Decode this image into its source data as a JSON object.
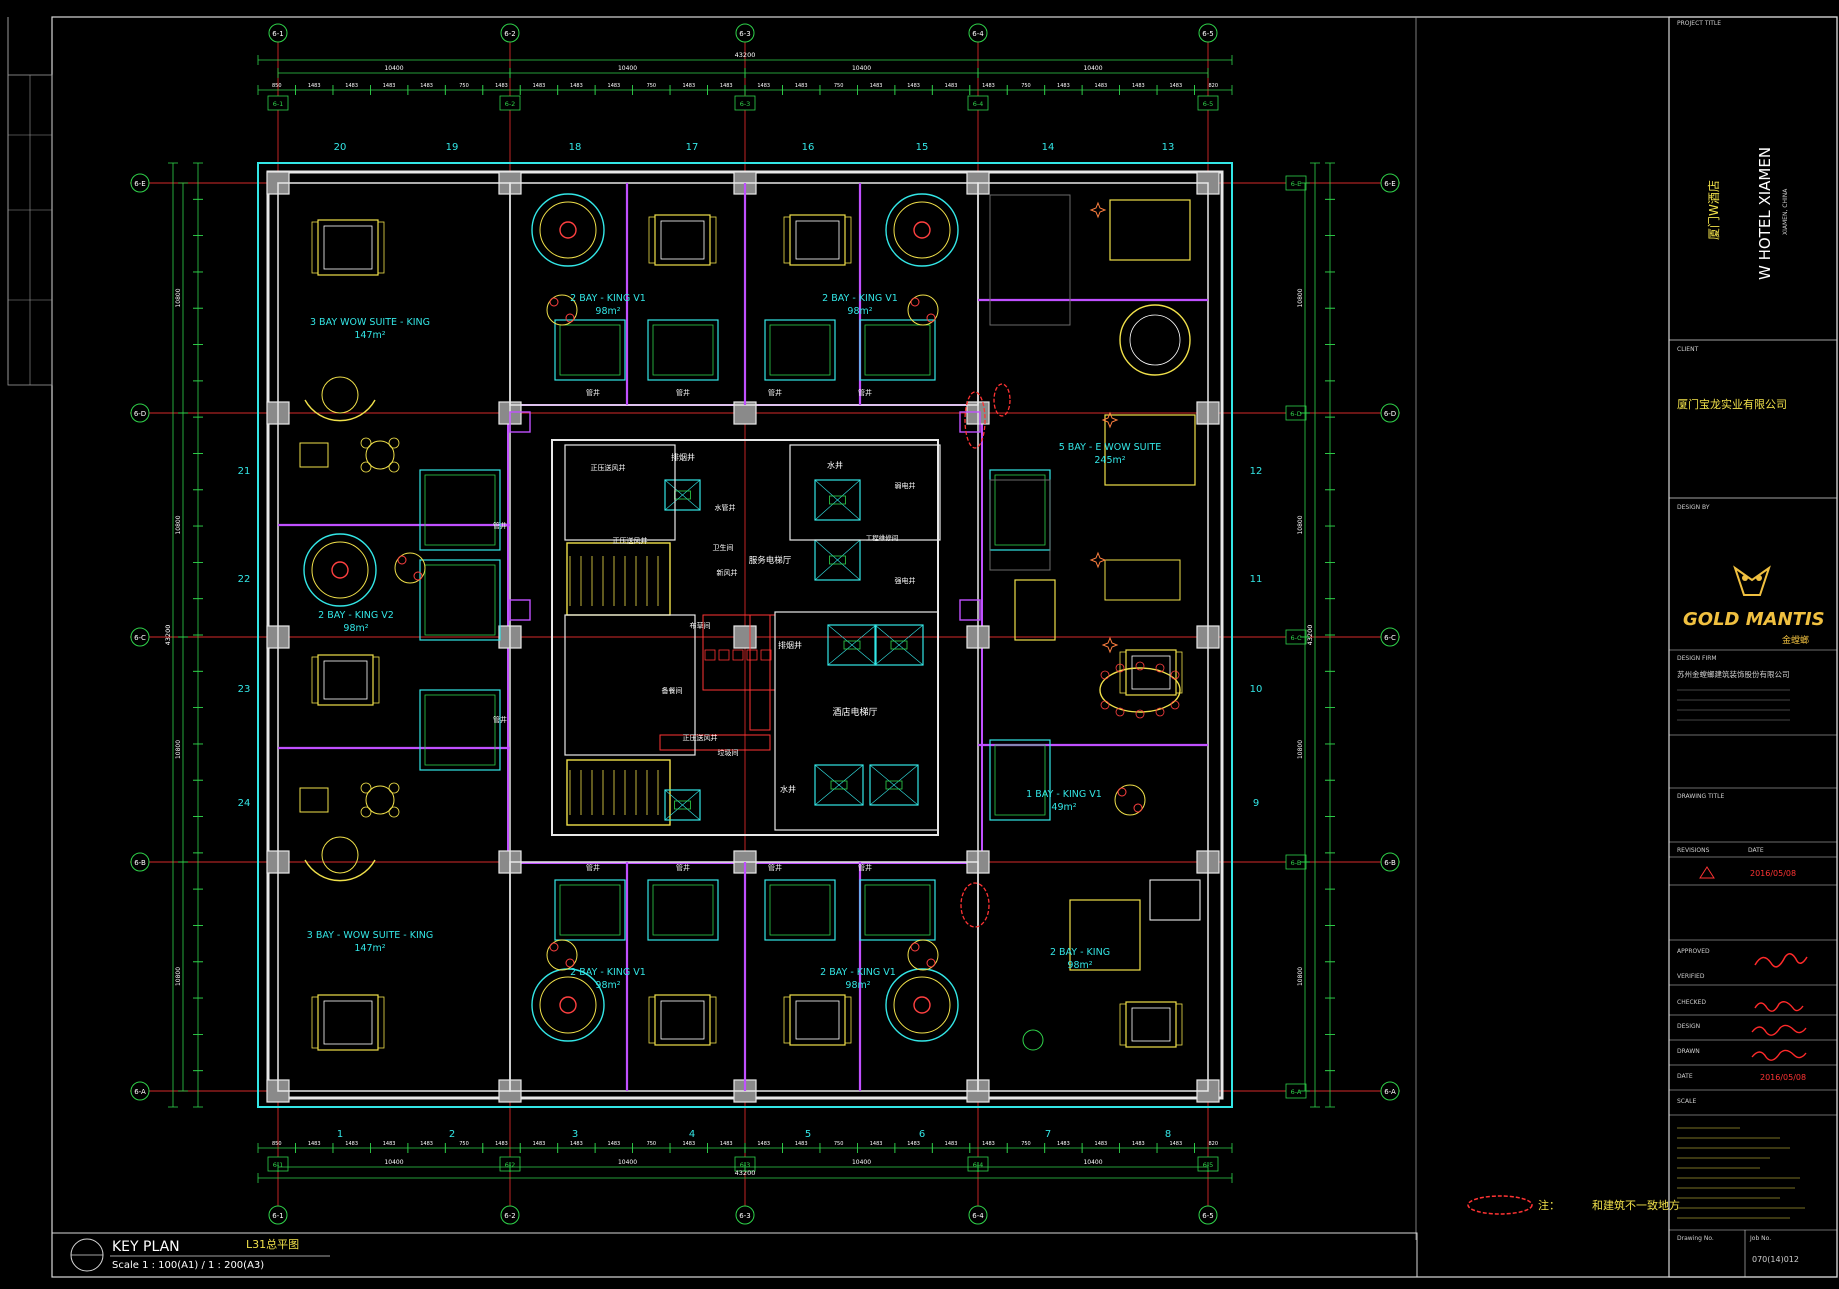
{
  "colors": {
    "background": "#000000",
    "grid_line": "#d42a2a",
    "wall": "#e8e8e8",
    "dimension": "#2fd24a",
    "furniture": "#f0e04a",
    "partition": "#c050ff",
    "cyan": "#33e6e6",
    "room_label": "#33e6e6",
    "core_label": "#ffffff",
    "stair": "#f0e04a",
    "titleblock": "#ffffff",
    "signature": "#ff2a2a",
    "revision": "#ff3333"
  },
  "grid_axes": {
    "top": [
      "6-1",
      "6-2",
      "6-3",
      "6-4",
      "6-5"
    ],
    "bottom": [
      "6-1",
      "6-2",
      "6-3",
      "6-4",
      "6-5"
    ],
    "left": [
      "6-E",
      "6-D",
      "6-C",
      "6-B",
      "6-A"
    ],
    "right": [
      "6-E",
      "6-D",
      "6-C",
      "6-B",
      "6-A"
    ]
  },
  "dimensions": {
    "overall": "43200",
    "bay": "10400",
    "sub_top": [
      "850",
      "1483",
      "1483",
      "1483",
      "1483",
      "750",
      "1483",
      "1483",
      "1483",
      "1483",
      "750",
      "1483",
      "1483",
      "1483",
      "1483",
      "750",
      "1483",
      "1483",
      "1483",
      "1483",
      "750",
      "1483",
      "1483",
      "1483",
      "1483",
      "820"
    ],
    "side": "10800"
  },
  "room_numbers": {
    "top": [
      "20",
      "19",
      "18",
      "17",
      "16",
      "15",
      "14",
      "13"
    ],
    "bottom": [
      "1",
      "2",
      "3",
      "4",
      "5",
      "6",
      "7",
      "8"
    ],
    "left": [
      "21",
      "22",
      "23",
      "24"
    ],
    "right": [
      "12",
      "11",
      "10",
      "9"
    ]
  },
  "rooms": [
    {
      "name": "3 BAY WOW SUITE - KING",
      "area": "147m²"
    },
    {
      "name": "2 BAY - KING V1",
      "area": "98m²"
    },
    {
      "name": "2 BAY - KING V1",
      "area": "98m²"
    },
    {
      "name": "5 BAY - E WOW SUITE",
      "area": "245m²"
    },
    {
      "name": "2 BAY - KING V2",
      "area": "98m²"
    },
    {
      "name": "1 BAY - KING V1",
      "area": "49m²"
    },
    {
      "name": "3 BAY - WOW SUITE - KING",
      "area": "147m²"
    },
    {
      "name": "2 BAY - KING V1",
      "area": "98m²"
    },
    {
      "name": "2 BAY - KING V1",
      "area": "98m²"
    },
    {
      "name": "2 BAY - KING",
      "area": "98m²"
    }
  ],
  "core_labels": {
    "smoke_shaft": "排烟井",
    "smoke_shaft2": "排烟井",
    "pressure_shaft": "正压送风井",
    "pressure_shaft2": "正压送风井",
    "fresh_air": "新风井",
    "pipe_shaft": "水管井",
    "service_lift_hall": "服务电梯厅",
    "weak_elec": "弱电井",
    "strong_elec": "强电井",
    "water": "水井",
    "water2": "水井",
    "hotel_lift_hall": "酒店电梯厅",
    "cleaning": "卫生间",
    "linen": "布草间",
    "pantry": "备餐间",
    "trash": "垃圾间",
    "eng": "工程维修间",
    "pipe": "管井"
  },
  "notes": {
    "cloud_note": "注：",
    "cloud_note_text": "和建筑不一致地方"
  },
  "key_plan": {
    "title": "KEY PLAN",
    "subtitle": "L31总平图",
    "scale": "Scale 1 : 100(A1) / 1 : 200(A3)"
  },
  "title_block": {
    "project_title_label": "PROJECT TITLE",
    "project_name_cn": "厦门W酒店",
    "project_name_en": "W HOTEL XIAMEN",
    "project_location": "XIAMEN, CHINA",
    "client_label": "CLIENT",
    "client_name": "厦门宝龙实业有限公司",
    "design_by_label": "DESIGN BY",
    "firm_en": "GOLD MANTIS",
    "firm_cn": "金螳螂",
    "design_firm_label": "DESIGN FIRM",
    "firm_full_cn": "苏州金螳螂建筑装饰股份有限公司",
    "drawing_title_label": "DRAWING TITLE",
    "revisions_label": "REVISIONS",
    "date_label": "DATE",
    "revision_date": "2016/05/08",
    "approved_label": "APPROVED",
    "verified_label": "VERIFIED",
    "checked_label": "CHECKED",
    "designed_label": "DESIGN",
    "drawn_label": "DRAWN",
    "date_row_label": "DATE",
    "date_row_value": "2016/05/08",
    "scale_label": "SCALE",
    "drawing_no_label": "Drawing No.",
    "job_no_label": "Job No.",
    "job_no": "070(14)012"
  }
}
